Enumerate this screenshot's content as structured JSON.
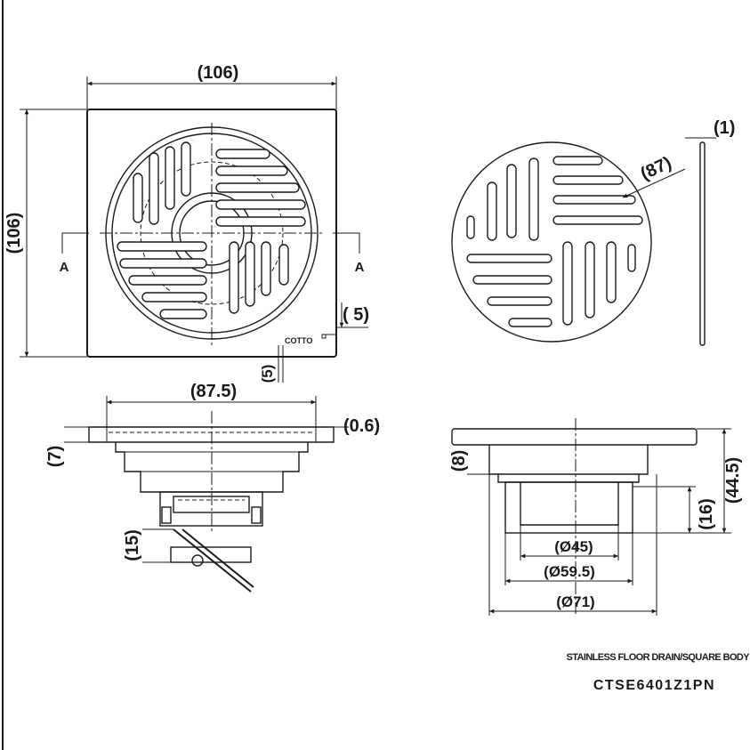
{
  "top_view": {
    "width_dim": "(106)",
    "height_dim": "(106)",
    "section_mark_left": "A",
    "section_mark_right": "A",
    "flange_dim": "( 5)",
    "logo_offset_dim": "(5)",
    "logo_text": "COTTO"
  },
  "grate_view": {
    "diameter_dim": "(87)",
    "thickness_dim": "(1)"
  },
  "section_view": {
    "width_dim": "(87.5)",
    "plate_dim": "(0.6)",
    "flange_height_dim": "(7)",
    "trap_dim": "(15)"
  },
  "side_view": {
    "flange_dim": "(8)",
    "total_height_dim": "(44.5)",
    "body_dim": "(16)",
    "inner_diameter_dim": "(Ø45)",
    "mid_diameter_dim": "(Ø59.5)",
    "outer_diameter_dim": "(Ø71)"
  },
  "title_block": {
    "description": "STAINLESS FLOOR DRAIN/SQUARE BODY",
    "model_code": "CTSE6401Z1PN"
  }
}
